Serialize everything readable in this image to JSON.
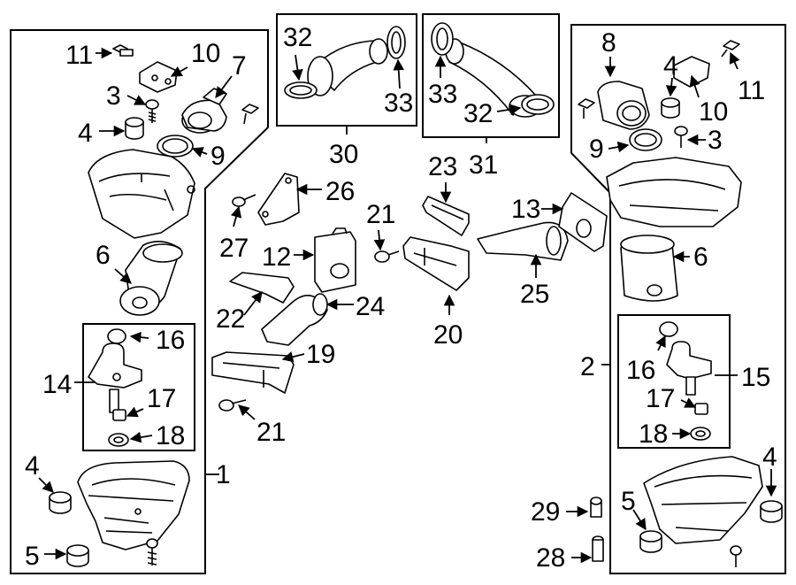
{
  "callouts": {
    "n1": "1",
    "n2": "2",
    "n3a": "3",
    "n3b": "3",
    "n4a": "4",
    "n4b": "4",
    "n4c": "4",
    "n4d": "4",
    "n5a": "5",
    "n5b": "5",
    "n6a": "6",
    "n6b": "6",
    "n7": "7",
    "n8": "8",
    "n9a": "9",
    "n9b": "9",
    "n10a": "10",
    "n10b": "10",
    "n11a": "11",
    "n11b": "11",
    "n12": "12",
    "n13": "13",
    "n14": "14",
    "n15": "15",
    "n16a": "16",
    "n16b": "16",
    "n17a": "17",
    "n17b": "17",
    "n18a": "18",
    "n18b": "18",
    "n19": "19",
    "n20": "20",
    "n21a": "21",
    "n21b": "21",
    "n22": "22",
    "n23": "23",
    "n24": "24",
    "n25": "25",
    "n26": "26",
    "n27": "27",
    "n28": "28",
    "n29": "29",
    "n30": "30",
    "n31": "31",
    "n32a": "32",
    "n32b": "32",
    "n33a": "33",
    "n33b": "33"
  }
}
